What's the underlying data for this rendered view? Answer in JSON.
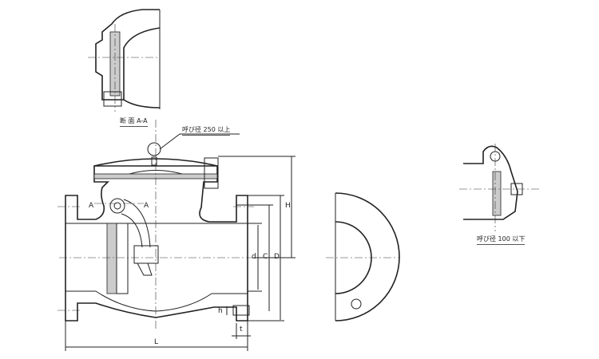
{
  "section_caption": "断 面 A-A",
  "note_large": "呼び径 250 以上",
  "note_small": "呼び径 100 以下",
  "dimensions": {
    "section_left": "A",
    "section_right": "A",
    "H": "H",
    "C": "C",
    "D": "D",
    "d": "d",
    "h": "h",
    "t": "t",
    "L": "L"
  }
}
